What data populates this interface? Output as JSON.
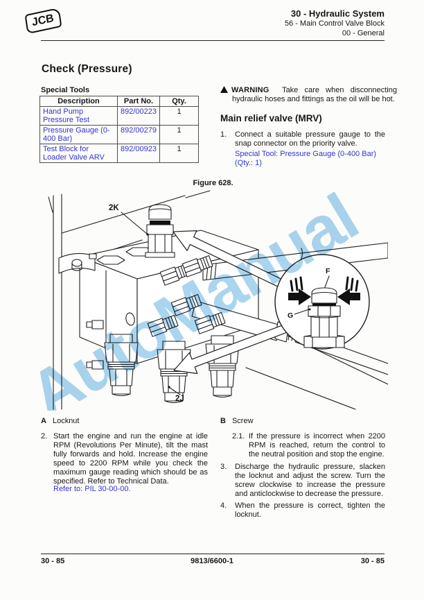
{
  "header": {
    "logo_text": "JCB",
    "title": "30 - Hydraulic System",
    "subtitle1": "56 - Main Control Valve Block",
    "subtitle2": "00 - General"
  },
  "page_heading": "Check (Pressure)",
  "special_tools": {
    "label": "Special Tools",
    "columns": [
      "Description",
      "Part No.",
      "Qty."
    ],
    "rows": [
      {
        "description": "Hand Pump Pressure Test",
        "part_no": "892/00223",
        "qty": "1"
      },
      {
        "description": "Pressure Gauge (0-400 Bar)",
        "part_no": "892/00279",
        "qty": "1"
      },
      {
        "description": "Test Block for Loader Valve ARV",
        "part_no": "892/00923",
        "qty": "1"
      }
    ]
  },
  "warning": {
    "label": "WARNING",
    "text": "Take care when disconnecting hydraulic hoses and fittings as the oil will be hot."
  },
  "mrv": {
    "heading": "Main relief valve (MRV)",
    "step1_num": "1.",
    "step1_text": "Connect a suitable pressure gauge to the snap connector on the priority valve.",
    "step1_tool_link": "Special Tool: Pressure Gauge (0-400 Bar) (Qty.: 1)"
  },
  "figure": {
    "caption": "Figure 628.",
    "watermark": "AutoManual",
    "labels": {
      "k": "2K",
      "j": "2J",
      "f": "F",
      "g": "G"
    },
    "legend": {
      "a_key": "A",
      "a_label": "Locknut",
      "b_key": "B",
      "b_label": "Screw"
    }
  },
  "steps": {
    "s2_num": "2.",
    "s2_text": "Start the engine and run the engine at idle RPM (Revolutions Per Minute), tilt the mast fully forwards and hold. Increase the engine speed to 2200 RPM while you check the maximum gauge reading which should be as specified. Refer to Technical Data.",
    "s2_ref_link": "Refer to: PIL 30-00-00.",
    "s21_num": "2.1.",
    "s21_text": "If the pressure is incorrect when 2200 RPM is reached, return the control to the neutral position and stop the engine.",
    "s3_num": "3.",
    "s3_text": "Discharge the hydraulic pressure, slacken the locknut and adjust the screw. Turn the screw clockwise to increase the pressure and anticlockwise to decrease the pressure.",
    "s4_num": "4.",
    "s4_text": "When the pressure is correct, tighten the locknut."
  },
  "footer": {
    "page_left": "30 - 85",
    "doc_number": "9813/6600-1",
    "page_right": "30 - 85"
  },
  "colors": {
    "link_blue": "#3433cf",
    "ink": "#161616",
    "watermark_blue": "#aad5ef"
  }
}
